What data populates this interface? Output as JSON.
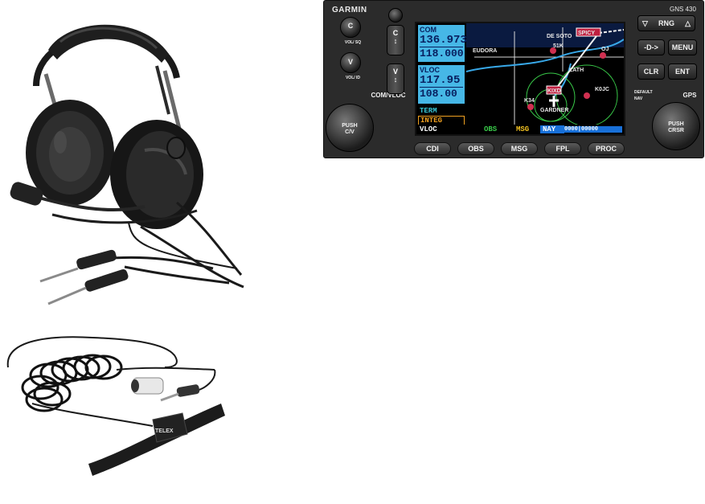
{
  "gns": {
    "brand": "GARMIN",
    "model": "GNS 430",
    "left_controls": {
      "c_label": "C",
      "vol_sq": "VOL/ SQ",
      "v_label": "V",
      "vol_id": "VOL/ ID",
      "com_vloc": "COM/VLOC",
      "push_cv": "PUSH C/V"
    },
    "rocker_c": "C",
    "rocker_v": "V",
    "screen": {
      "com_label": "COM",
      "com_active": "136.973",
      "com_standby": "118.000",
      "vloc_label": "VLOC",
      "vloc_active": "117.95",
      "vloc_standby": "108.00",
      "term": "TERM",
      "integ": "INTEG",
      "map_labels": [
        "DE SOTO",
        "SPICY",
        "EUDORA",
        "51K",
        "OJ",
        "LATH",
        "K0JC",
        "KIXD",
        "K34",
        "GARDNER"
      ],
      "bottom_vloc": "VLOC",
      "bottom_obs": "OBS",
      "bottom_msg": "MSG",
      "bottom_nav": "NAY",
      "bottom_cdi": "0000|00000"
    },
    "right_keys": {
      "rng": "RNG",
      "direct": "-D->",
      "menu": "MENU",
      "clr": "CLR",
      "ent": "ENT",
      "default_nav": "DEFAULT NAV",
      "gps": "GPS",
      "push_crsr": "PUSH CRSR"
    },
    "softkeys": [
      "CDI",
      "OBS",
      "MSG",
      "FPL",
      "PROC"
    ]
  },
  "telex_logo": "TELEX",
  "colors": {
    "screen_blue": "#46b7e6",
    "term_cyan": "#38c8d8",
    "integ_orange": "#f0a020",
    "obs_green": "#38c848",
    "msg_yellow": "#f0c020",
    "nav_blue": "#1870d8"
  }
}
